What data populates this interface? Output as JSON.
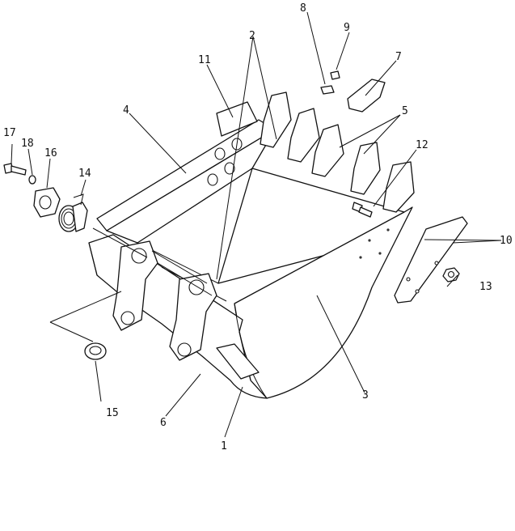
{
  "callouts": {
    "c1": "1",
    "c2": "2",
    "c3": "3",
    "c4": "4",
    "c5": "5",
    "c6": "6",
    "c7": "7",
    "c8": "8",
    "c9": "9",
    "c10": "10",
    "c11": "11",
    "c12": "12",
    "c13": "13",
    "c14": "14",
    "c15": "15",
    "c16": "16",
    "c17": "17",
    "c18": "18"
  },
  "colors": {
    "line": "#111111",
    "background": "#ffffff"
  }
}
